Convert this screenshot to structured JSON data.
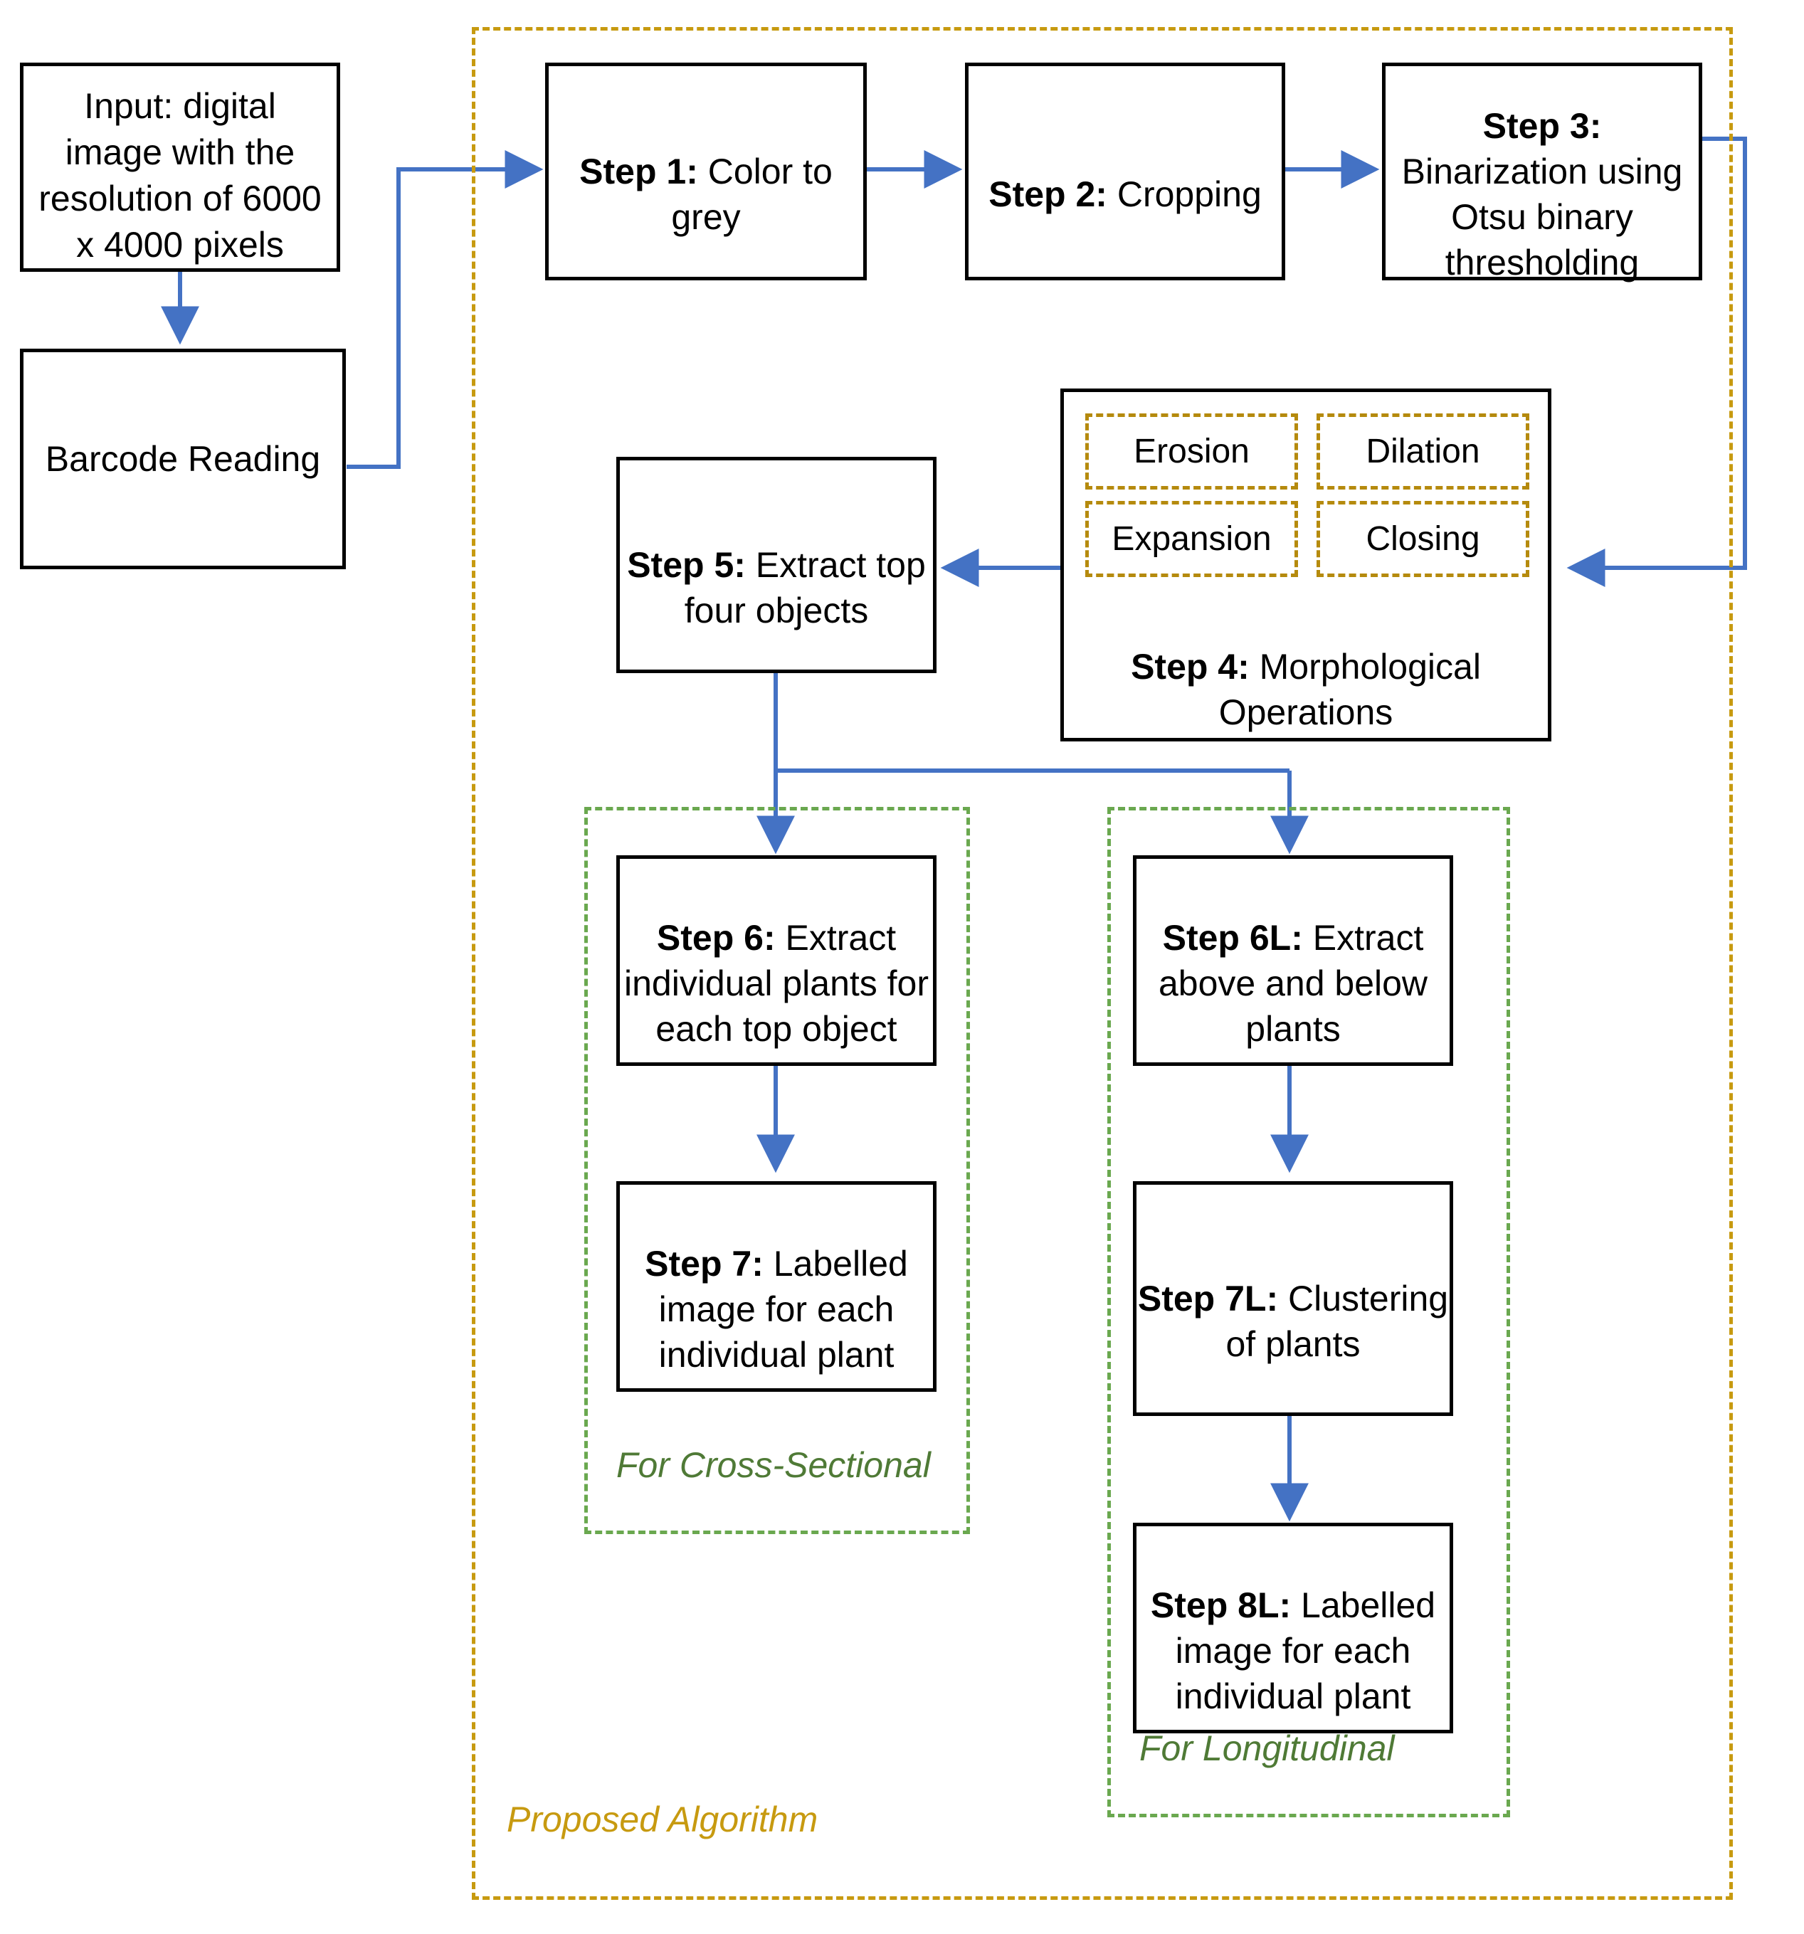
{
  "diagram": {
    "title": "Proposed Algorithm flowchart for plant image processing",
    "colors": {
      "box_border": "#000000",
      "arrow": "#4472c4",
      "gold_dashed": "#c79a10",
      "green_dashed": "#6aa84f",
      "green_label": "#4f7a36",
      "background": "#ffffff"
    }
  },
  "nodes": {
    "input": {
      "id": "input",
      "text": "Input: digital image with the resolution of 6000 x 4000 pixels"
    },
    "barcode": {
      "id": "barcode",
      "text": "Barcode Reading"
    },
    "step1": {
      "id": "step1",
      "bold": "Step 1:",
      "rest": " Color to grey"
    },
    "step2": {
      "id": "step2",
      "bold": "Step 2:",
      "rest": " Cropping"
    },
    "step3": {
      "id": "step3",
      "bold": "Step 3:",
      "rest": " Binarization using Otsu binary thresholding"
    },
    "step4": {
      "id": "step4",
      "bold": "Step 4:",
      "rest": " Morphological Operations",
      "operations": [
        "Erosion",
        "Dilation",
        "Expansion",
        "Closing"
      ]
    },
    "step5": {
      "id": "step5",
      "bold": "Step 5:",
      "rest": " Extract top four objects"
    },
    "step6": {
      "id": "step6",
      "bold": "Step 6:",
      "rest": " Extract individual plants for each top object"
    },
    "step7": {
      "id": "step7",
      "bold": "Step 7:",
      "rest": " Labelled image for each individual plant"
    },
    "step6l": {
      "id": "step6l",
      "bold": "Step 6L:",
      "rest": " Extract above and below plants"
    },
    "step7l": {
      "id": "step7l",
      "bold": "Step 7L:",
      "rest": " Clustering of plants"
    },
    "step8l": {
      "id": "step8l",
      "bold": "Step 8L:",
      "rest": " Labelled image for each individual plant"
    }
  },
  "groups": {
    "cross_sectional": {
      "label": "For Cross-Sectional"
    },
    "longitudinal": {
      "label": "For Longitudinal"
    },
    "proposed_algorithm": {
      "label": "Proposed Algorithm"
    }
  },
  "flow_data": {
    "type": "flowchart",
    "edges": [
      {
        "from": "input",
        "to": "barcode"
      },
      {
        "from": "barcode",
        "to": "step1"
      },
      {
        "from": "step1",
        "to": "step2"
      },
      {
        "from": "step2",
        "to": "step3"
      },
      {
        "from": "step3",
        "to": "step4"
      },
      {
        "from": "step4",
        "to": "step5"
      },
      {
        "from": "step5",
        "to": "step6"
      },
      {
        "from": "step5",
        "to": "step6l"
      },
      {
        "from": "step6",
        "to": "step7"
      },
      {
        "from": "step6l",
        "to": "step7l"
      },
      {
        "from": "step7l",
        "to": "step8l"
      }
    ]
  }
}
